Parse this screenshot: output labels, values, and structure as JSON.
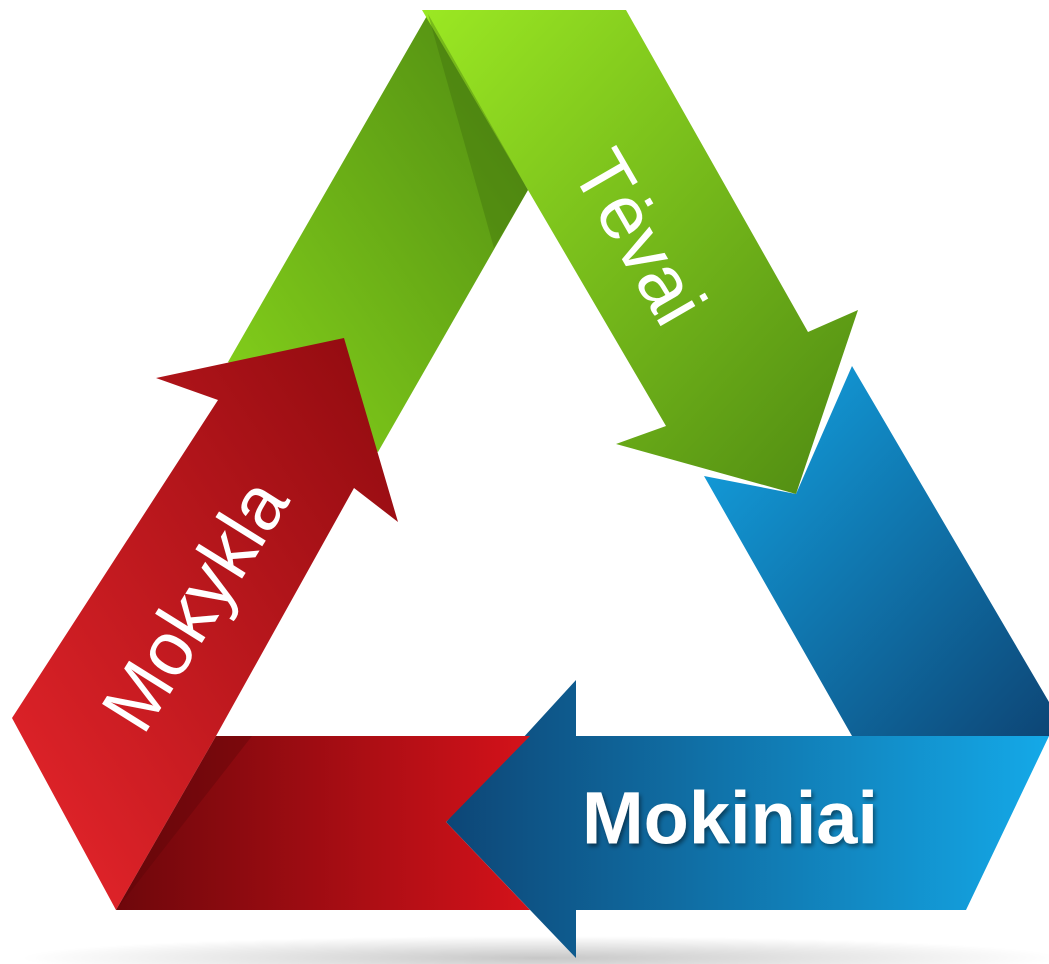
{
  "diagram": {
    "labels": {
      "school": "Mokykla",
      "parents": "Tėvai",
      "students": "Mokiniai"
    },
    "colors": {
      "red_dark": "#8f0a0f",
      "red": "#d4121a",
      "red_light": "#e9262c",
      "green_dark": "#4f8a12",
      "green": "#78c41a",
      "green_light": "#9be823",
      "blue_dark": "#0d4676",
      "blue": "#0a7fc0",
      "blue_light": "#14a9e8"
    },
    "icons": [
      "cycle-arrow-icon"
    ]
  }
}
